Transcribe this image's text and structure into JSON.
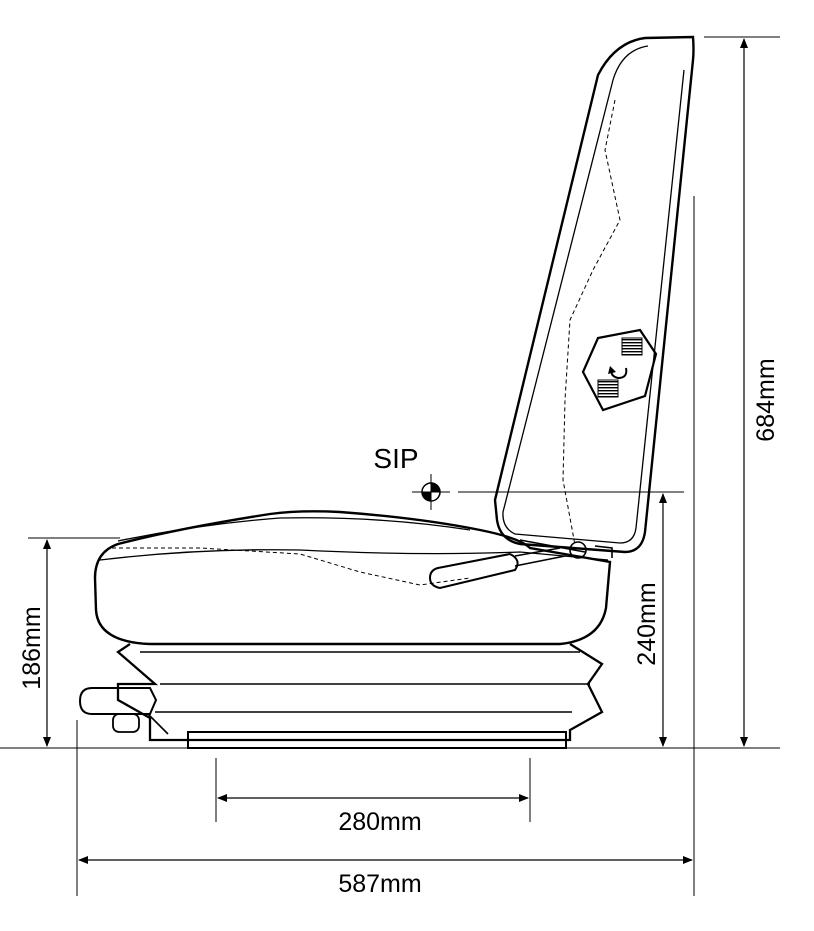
{
  "diagram": {
    "subject": "seat side view",
    "labels": {
      "sip": "SIP",
      "width_overall": "587mm",
      "width_rails": "280mm",
      "height_seat": "186mm",
      "height_sip": "240mm",
      "height_overall": "684mm"
    }
  }
}
